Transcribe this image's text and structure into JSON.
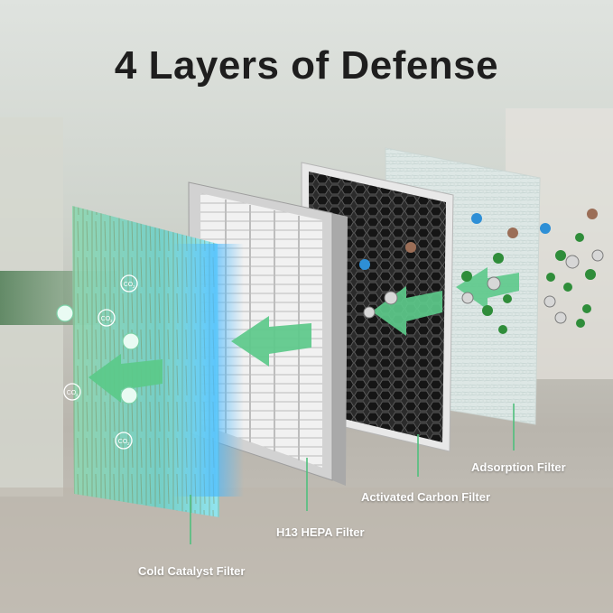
{
  "title": "4 Layers of Defense",
  "labels": {
    "cold_catalyst": "Cold Catalyst Filter",
    "hepa": "H13 HEPA Filter",
    "carbon": "Activated Carbon Filter",
    "adsorption": "Adsorption Filter"
  },
  "molecule_text": "CO",
  "molecule_subscript": "2",
  "colors": {
    "arrow_green": "#5cc98a",
    "leader_line": "#4fbf7d",
    "title": "#1e1e1e",
    "label": "#ffffff"
  }
}
